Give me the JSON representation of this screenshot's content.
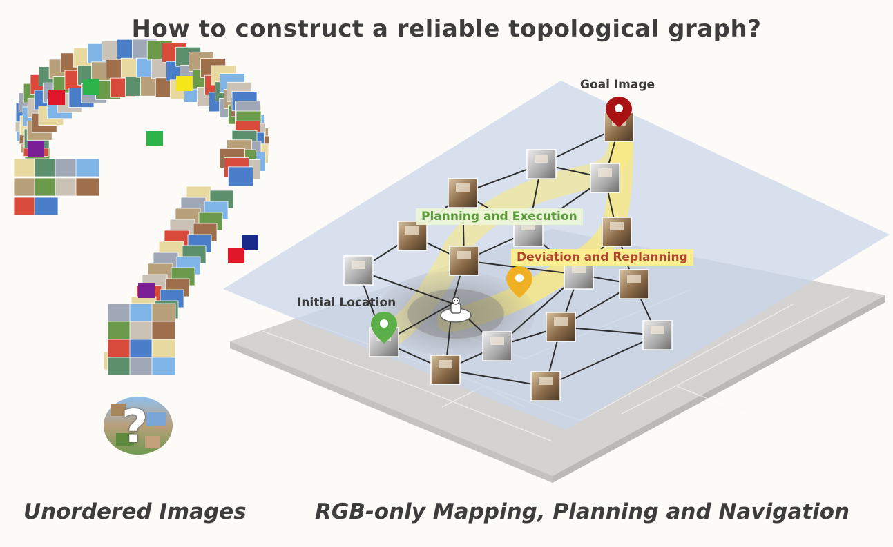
{
  "title": "How to construct a reliable topological graph?",
  "captions": {
    "left": "Unordered Images",
    "right": "RGB-only Mapping, Planning and Navigation"
  },
  "labels": {
    "goal": "Goal Image",
    "initial": "Initial Location",
    "planning": "Planning and Execution",
    "deviation": "Deviation and Replanning"
  },
  "small_question_glyph": "?",
  "colors": {
    "goal_pin": "#a81212",
    "initial_pin": "#5cae48",
    "deviation_pin": "#f0b023",
    "path_highlight": "#fbe97a",
    "graph_edge": "#2e2e2e",
    "map_plane": "#c9d6ea"
  },
  "icons": [
    "goal-pin-icon",
    "initial-pin-icon",
    "deviation-pin-icon",
    "robot-icon"
  ]
}
